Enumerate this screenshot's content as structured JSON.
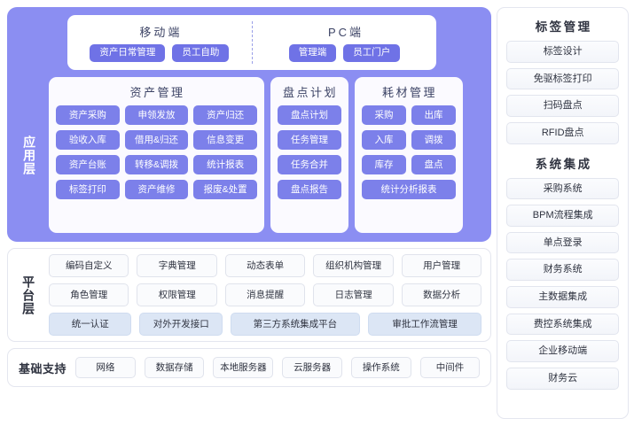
{
  "colors": {
    "app_layer_bg": "#8b8ef2",
    "purple_button": "#7c80ea",
    "chip_button": "#6f72e6",
    "blue_button": "#dce6f5",
    "card_bg": "#fbfaff",
    "text_dark": "#2f3340"
  },
  "app_layer": {
    "label": "应用层",
    "clients": {
      "mobile": {
        "title": "移动端",
        "items": [
          "资产日常管理",
          "员工自助"
        ]
      },
      "pc": {
        "title": "PC端",
        "items": [
          "管理端",
          "员工门户"
        ]
      }
    },
    "groups": [
      {
        "title": "资产管理",
        "items": [
          "资产采购",
          "申领发放",
          "资产归还",
          "验收入库",
          "借用&归还",
          "信息变更",
          "资产台账",
          "转移&调拨",
          "统计报表",
          "标签打印",
          "资产维修",
          "报废&处置"
        ]
      },
      {
        "title": "盘点计划",
        "items": [
          "盘点计划",
          "任务管理",
          "任务合并",
          "盘点报告"
        ]
      },
      {
        "title": "耗材管理",
        "items": [
          "采购",
          "出库",
          "入库",
          "调拨",
          "库存",
          "盘点"
        ],
        "wide_item": "统计分析报表"
      }
    ]
  },
  "platform_layer": {
    "label": "平台层",
    "rows": [
      [
        "编码自定义",
        "字典管理",
        "动态表单",
        "组织机构管理",
        "用户管理"
      ],
      [
        "角色管理",
        "权限管理",
        "消息提醒",
        "日志管理",
        "数据分析"
      ],
      [
        "统一认证",
        "对外开发接口",
        "第三方系统集成平台",
        "审批工作流管理"
      ]
    ]
  },
  "base_layer": {
    "title": "基础支持",
    "items": [
      "网络",
      "数据存储",
      "本地服务器",
      "云服务器",
      "操作系统",
      "中间件"
    ]
  },
  "sidebar": {
    "label_management": {
      "title": "标签管理",
      "items": [
        "标签设计",
        "免驱标签打印",
        "扫码盘点",
        "RFID盘点"
      ]
    },
    "system_integration": {
      "title": "系统集成",
      "items": [
        "采购系统",
        "BPM流程集成",
        "单点登录",
        "财务系统",
        "主数据集成",
        "费控系统集成",
        "企业移动端",
        "财务云"
      ]
    }
  }
}
